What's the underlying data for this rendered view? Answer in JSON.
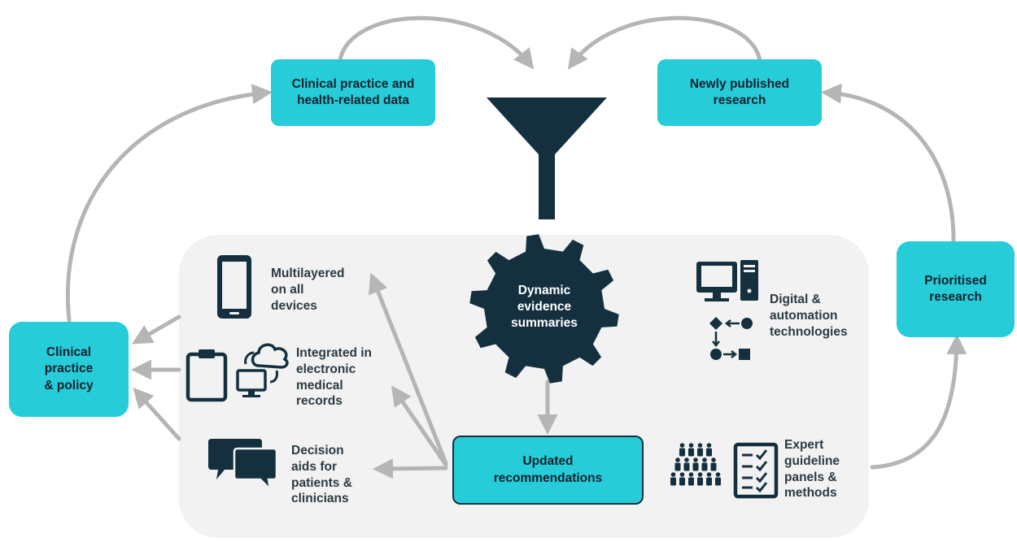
{
  "nodes": {
    "clinical_data": "Clinical practice and\nhealth-related data",
    "newly_published": "Newly published\nresearch",
    "prioritised": "Prioritised\nresearch",
    "clinical_policy": "Clinical\npractice\n& policy",
    "updated": "Updated\nrecommendations",
    "dynamic": "Dynamic\nevidence\nsummaries"
  },
  "labels": {
    "multilayered": "Multilayered\non all\ndevices",
    "integrated": "Integrated in\nelectronic\nmedical\nrecords",
    "decision": "Decision\naids for\npatients &\nclinicians",
    "digital": "Digital &\nautomation\ntechnologies",
    "expert": "Expert\nguideline\npanels &\nmethods"
  },
  "colors": {
    "accent": "#26ccd8",
    "dark": "#14303f",
    "arrow": "#b5b5b5",
    "panel": "#f2f2f2"
  },
  "icons": [
    "funnel-icon",
    "gear-icon",
    "phone-icon",
    "clipboard-icon",
    "cloud-sync-icon",
    "chat-bubbles-icon",
    "computer-icon",
    "workflow-icon",
    "people-icon",
    "checklist-icon"
  ]
}
